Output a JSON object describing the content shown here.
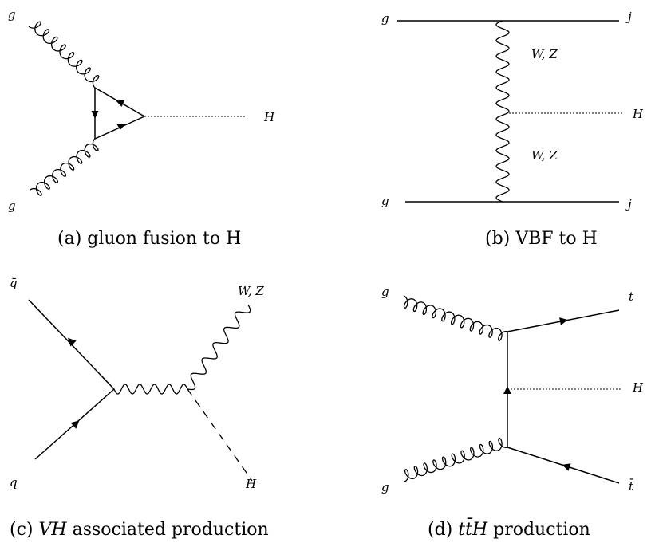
{
  "panels": {
    "a": {
      "caption": "(a) gluon fusion to H",
      "labels": {
        "g_top": "g",
        "g_bottom": "g",
        "higgs": "H"
      }
    },
    "b": {
      "caption": "(b) VBF to H",
      "labels": {
        "g_top": "g",
        "g_bottom": "g",
        "j_top": "j",
        "j_bottom": "j",
        "boson_top": "W, Z",
        "boson_bottom": "W, Z",
        "higgs": "H"
      }
    },
    "c": {
      "caption_V": "V",
      "caption_H": "H",
      "caption_text": "associated production",
      "caption_prefix": "(c)",
      "labels": {
        "qbar": "q̄",
        "q": "q",
        "boson": "W, Z",
        "higgs": "H"
      }
    },
    "d": {
      "caption_prefix": "(d)",
      "caption_t": "t",
      "caption_tbar": "t̄",
      "caption_H": "H",
      "caption_text": "production",
      "labels": {
        "g_top": "g",
        "g_bottom": "g",
        "t": "t",
        "tbar": "t̄",
        "higgs": "H"
      }
    }
  }
}
